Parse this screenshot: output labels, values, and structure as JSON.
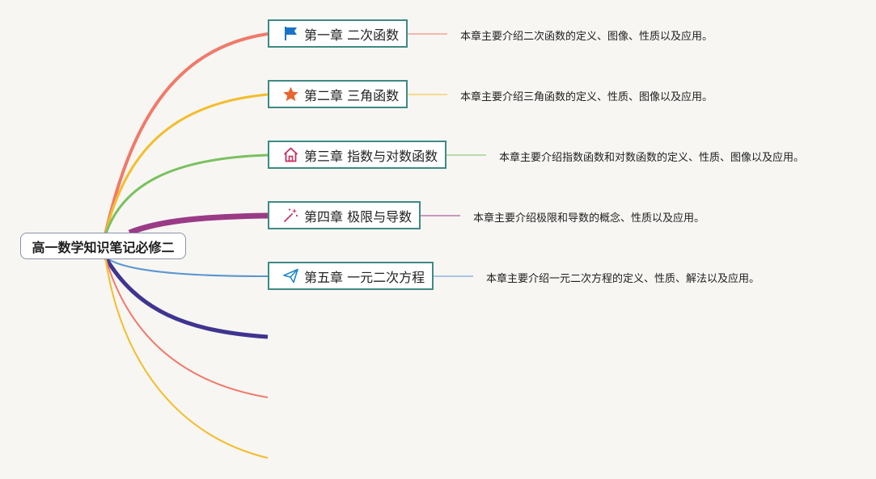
{
  "root": {
    "title": "高一数学知识笔记必修二"
  },
  "chapters": [
    {
      "title": "第一章 二次函数",
      "description": "本章主要介绍二次函数的定义、图像、性质以及应用。",
      "icon": "flag-icon",
      "color": "#f07a6a"
    },
    {
      "title": "第二章 三角函数",
      "description": "本章主要介绍三角函数的定义、性质、图像以及应用。",
      "icon": "star-icon",
      "color": "#f4bd2b"
    },
    {
      "title": "第三章 指数与对数函数",
      "description": "本章主要介绍指数函数和对数函数的定义、性质、图像以及应用。",
      "icon": "house-icon",
      "color": "#79c15f"
    },
    {
      "title": "第四章 极限与导数",
      "description": "本章主要介绍极限和导数的概念、性质以及应用。",
      "icon": "magic-wand-icon",
      "color": "#9a3b86"
    },
    {
      "title": "第五章 一元二次方程",
      "description": "本章主要介绍一元二次方程的定义、性质、解法以及应用。",
      "icon": "paper-plane-icon",
      "color": "#5a95cf"
    }
  ],
  "empty_branch_colors": [
    "#3f3590",
    "#f07a6a",
    "#f4bd2b"
  ]
}
